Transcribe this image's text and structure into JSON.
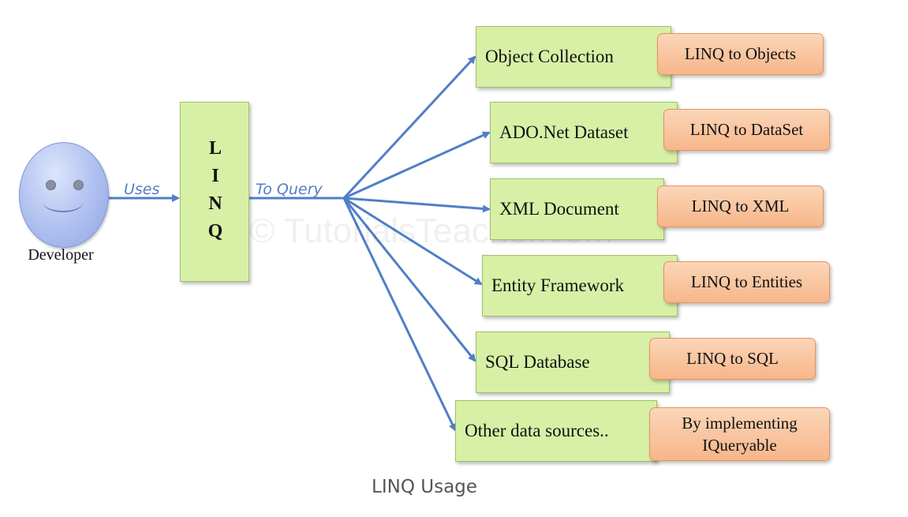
{
  "developer": {
    "label": "Developer"
  },
  "linq": {
    "letters": [
      "L",
      "I",
      "N",
      "Q"
    ]
  },
  "edges": {
    "uses": "Uses",
    "to_query": "To Query"
  },
  "sources": [
    {
      "label": "Object Collection",
      "provider": "LINQ to Objects"
    },
    {
      "label": "ADO.Net Dataset",
      "provider": "LINQ to DataSet"
    },
    {
      "label": "XML Document",
      "provider": "LINQ to XML"
    },
    {
      "label": "Entity Framework",
      "provider": "LINQ to Entities"
    },
    {
      "label": "SQL Database",
      "provider": "LINQ to SQL"
    },
    {
      "label": "Other data sources..",
      "provider_lines": [
        "By implementing",
        "IQueryable"
      ]
    }
  ],
  "watermark": "© TutorialsTeacher.com",
  "caption": "LINQ Usage",
  "colors": {
    "green_fill": "#d7f0a6",
    "orange_fill": "#f7b68a",
    "arrow": "#4f7fc6",
    "face": "#aebff0"
  }
}
